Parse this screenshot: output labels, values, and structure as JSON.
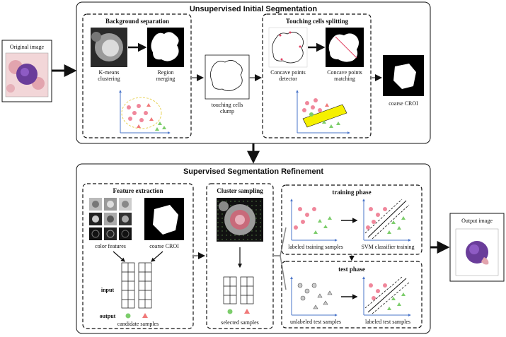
{
  "original": {
    "label": "Original image"
  },
  "output": {
    "label": "Output image"
  },
  "unsupervised": {
    "title": "Unsupervised Initial Segmentation",
    "background": {
      "title": "Background separation",
      "kmeans_label": [
        "K-means",
        "clustering"
      ],
      "region_label": [
        "Region",
        "merging"
      ]
    },
    "clump_label": [
      "touching cells",
      "clump"
    ],
    "touching": {
      "title": "Touching cells splitting",
      "detector_label": [
        "Concave points",
        "detector"
      ],
      "matching_label": [
        "Concave points",
        "matching"
      ]
    },
    "coarse_label": "coarse CROI"
  },
  "supervised": {
    "title": "Supervised Segmentation Refinement",
    "feature": {
      "title": "Feature extraction",
      "color_label": "color features",
      "croi_label": "coarse CROI",
      "input_label": "input",
      "output_label": "output",
      "candidate_label": "candidate samples"
    },
    "cluster": {
      "title": "Cluster sampling",
      "selected_label": "selected samples"
    },
    "training": {
      "title": "training phase",
      "labeled_label": "labeled training samples",
      "svm_label": "SVM classifier training"
    },
    "test": {
      "title": "test phase",
      "unlabeled_label": "unlabeled test samples",
      "labeled_label": "labeled test samples"
    }
  },
  "colors": {
    "pink": "#f0879b",
    "green": "#7ccd6b",
    "red_triangle": "#f07878",
    "yellow": "#f5f000",
    "purple": "#6a3d9a",
    "blue_axis": "#4a74c9"
  }
}
